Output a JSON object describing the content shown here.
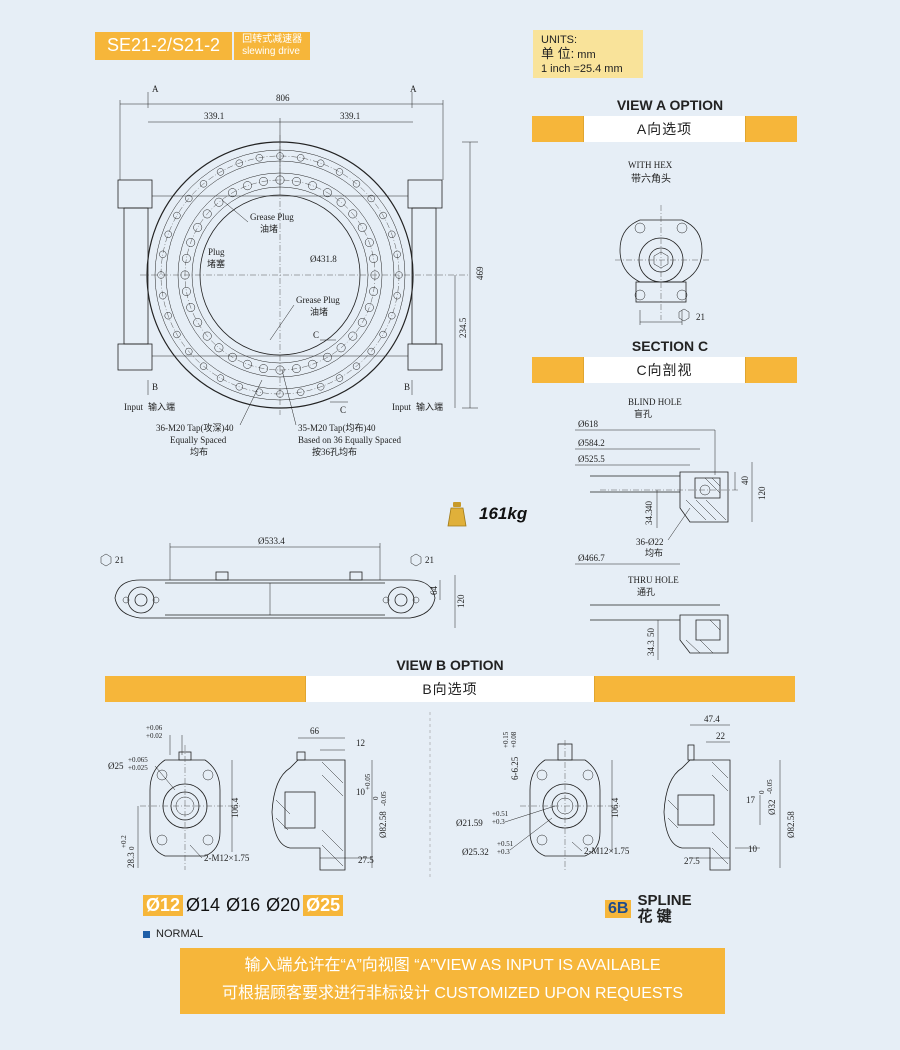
{
  "header": {
    "model": "SE21-2/S21-2",
    "cn": "回转式减速器",
    "en": "slewing drive"
  },
  "units": {
    "label": "UNITS:",
    "cn": "单 位:",
    "unit": "mm",
    "conv": "1 inch =25.4 mm"
  },
  "view_a": {
    "title": "VIEW A OPTION",
    "bar": "A向选项",
    "with_hex_en": "WITH HEX",
    "with_hex_cn": "带六角头",
    "hex": "21"
  },
  "section_c": {
    "title": "SECTION C",
    "bar": "C向剖视",
    "blind_en": "BLIND HOLE",
    "blind_cn": "盲孔",
    "thru_en": "THRU HOLE",
    "thru_cn": "通孔",
    "d618": "Ø618",
    "d584": "Ø584.2",
    "d525": "Ø525.5",
    "d466": "Ø466.7",
    "holes": "36-Ø22",
    "holes_cn": "均布",
    "d40": "40",
    "d120": "120",
    "d40b": "40",
    "d343": "34.3",
    "d50": "50",
    "d343b": "34.3"
  },
  "top_view": {
    "a": "A",
    "b": "B",
    "c": "C",
    "d806": "806",
    "d339a": "339.1",
    "d339b": "339.1",
    "grease1_en": "Grease Plug",
    "grease1_cn": "油堵",
    "plug_en": "Plug",
    "plug_cn": "堵塞",
    "d431": "Ø431.8",
    "grease2_en": "Grease Plug",
    "grease2_cn": "油堵",
    "d469": "469",
    "d234": "234.5",
    "input_en": "Input",
    "input_cn": "输入端",
    "tap1": "36-M20 Tap(攻深)40",
    "tap1_b": "Equally Spaced",
    "tap1_cn": "均布",
    "tap2": "35-M20 Tap(均布)40",
    "tap2_b": "Based on 36 Equally Spaced",
    "tap2_cn": "按36孔均布"
  },
  "weight": "161kg",
  "side_view": {
    "hex1": "21",
    "hex2": "21",
    "d533": "Ø533.4",
    "d64": "64",
    "d120": "120"
  },
  "view_b": {
    "title": "VIEW B OPTION",
    "bar": "B向选项",
    "tol1a": "+0.06",
    "tol1b": "+0.02",
    "d25": "Ø25",
    "d25tol_a": "+0.065",
    "d25tol_b": "+0.025",
    "d106": "106.4",
    "d283": "28.3",
    "d283tol_a": "+0.2",
    "d283tol_b": "0",
    "m12": "2-M12×1.75",
    "d66": "66",
    "d12": "12",
    "d10": "10",
    "d10tol": "+0.05",
    "d82": "Ø82.58",
    "d82tol_a": "0",
    "d82tol_b": "-0.05",
    "d275": "27.5",
    "d6": "6-6.25",
    "d6tol_a": "+0.15",
    "d6tol_b": "+0.08",
    "d2159": "Ø21.59",
    "d2159tol_a": "+0.51",
    "d2159tol_b": "+0.3",
    "d2532": "Ø25.32",
    "d2532tol_a": "+0.51",
    "d2532tol_b": "+0.3",
    "d106b": "106.4",
    "m12b": "2-M12×1.75",
    "d474": "47.4",
    "d22": "22",
    "d17": "17",
    "d32": "Ø32",
    "d32tol_a": "0",
    "d32tol_b": "-0.05",
    "d82b": "Ø82.58",
    "d10b": "10",
    "d275b": "27.5"
  },
  "bores": {
    "b1": "Ø12",
    "b2": "Ø14",
    "b3": "Ø16",
    "b4": "Ø20",
    "b5": "Ø25"
  },
  "normal": "NORMAL",
  "spline": {
    "tag": "6B",
    "en": "SPLINE",
    "cn": "花 键"
  },
  "note": {
    "line1": "输入端允许在“A”向视图 “A”VIEW AS INPUT IS AVAILABLE",
    "line2": "可根据顾客要求进行非标设计 CUSTOMIZED UPON REQUESTS"
  }
}
